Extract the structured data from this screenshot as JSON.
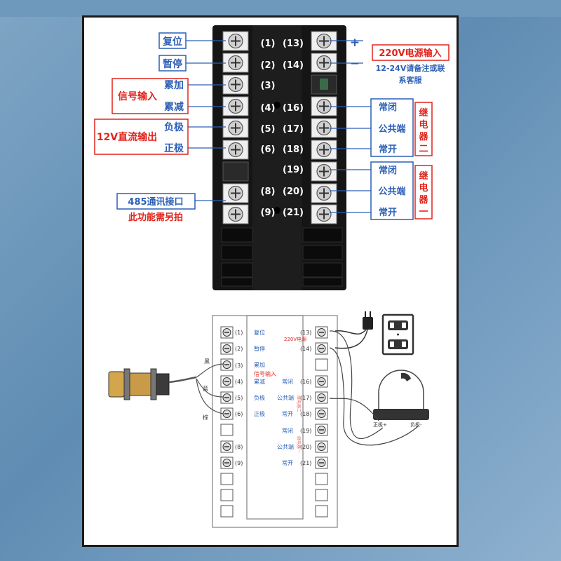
{
  "colors": {
    "blue": "#2c5fb5",
    "red": "#e0241b",
    "pink": "#e46a6a",
    "device": "#151515"
  },
  "top_labels": {
    "reset": "复位",
    "pause": "暂停",
    "signal_input": "信号输入",
    "accum_add": "累加",
    "accum_sub": "累减",
    "dc_output": "12V直流输出",
    "neg": "负极",
    "pos": "正极",
    "rs485": "485通讯接口",
    "rs485_note": "此功能需另拍",
    "power_input": "220V电源输入",
    "plus": "+",
    "minus": "−",
    "power_note_1": "12-24V请备注或联",
    "power_note_2": "系客服",
    "nc": "常闭",
    "com": "公共端",
    "no": "常开",
    "relay2": "继电器二",
    "relay1": "继电器一"
  },
  "terminals_left": [
    "(1)",
    "(2)",
    "(3)",
    "(4)",
    "(5)",
    "(6)",
    "(8)",
    "(9)"
  ],
  "terminals_right": [
    "(13)",
    "(14)",
    "(16)",
    "(17)",
    "(18)",
    "(19)",
    "(20)",
    "(21)"
  ],
  "bottom_labels": {
    "reset": "复位",
    "pause": "暂停",
    "accum_add": "累加",
    "signal_input": "信号输入",
    "accum_sub": "累减",
    "neg": "负极",
    "pos": "正极",
    "power": "220V电源",
    "nc": "常闭",
    "com": "公共端",
    "no": "常开",
    "relay2": "继电器二",
    "relay1": "继电器一",
    "wire_brown": "黑",
    "wire_blue": "蓝",
    "wire_black": "棕",
    "plus_pole": "正极+",
    "minus_pole": "负极-"
  }
}
